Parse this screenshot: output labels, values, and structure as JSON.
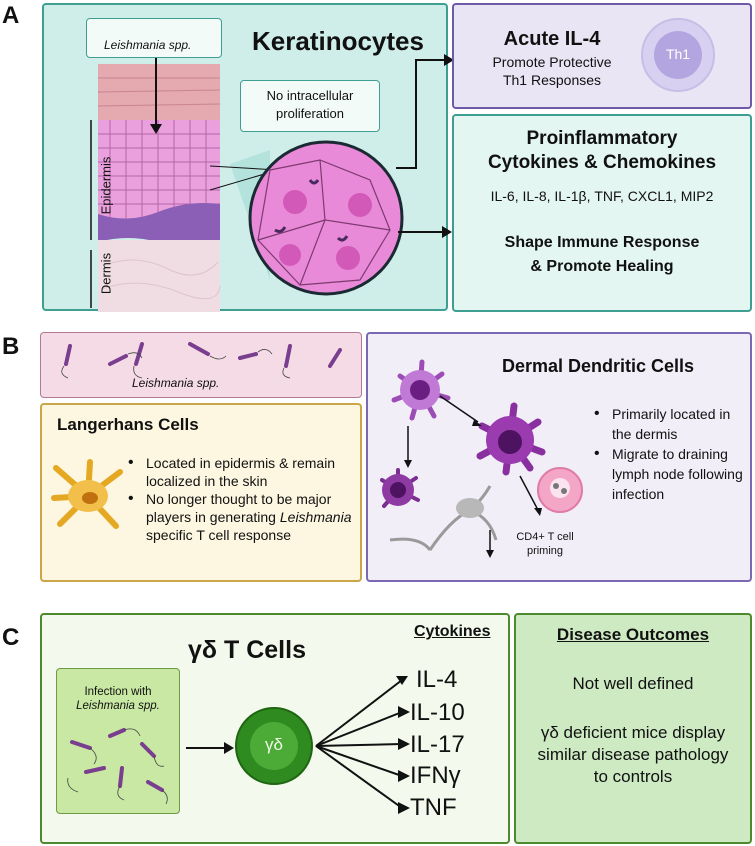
{
  "panels": {
    "a": "A",
    "b": "B",
    "c": "C"
  },
  "panel_a": {
    "title": "Keratinocytes",
    "parasite_label": "Leishmania spp.",
    "no_prolif_line1": "No intracellular",
    "no_prolif_line2": "proliferation",
    "epidermis_label": "Epidermis",
    "dermis_label": "Dermis",
    "acute_title": "Acute IL-4",
    "acute_line1": "Promote Protective",
    "acute_line2": "Th1 Responses",
    "th1_label": "Th1",
    "proinf_line1": "Proinflammatory",
    "proinf_line2": "Cytokines & Chemokines",
    "cytokine_list": "IL-6, IL-8, IL-1β, TNF, CXCL1, MIP2",
    "shape_line1": "Shape Immune Response",
    "shape_line2": "& Promote Healing"
  },
  "panel_b": {
    "parasite_label": "Leishmania spp.",
    "lang_title": "Langerhans Cells",
    "lang_bullet1": "Located in epidermis & remain localized in the skin",
    "lang_bullet2_pre": "No longer thought to be major players in generating",
    "lang_bullet2_italic": "Leishmania",
    "lang_bullet2_post": "specific T cell response",
    "ddc_title": "Dermal Dendritic Cells",
    "ddc_bullet1": "Primarily located in the dermis",
    "ddc_bullet2": "Migrate to draining lymph node following infection",
    "cd4_line1": "CD4+ T cell",
    "cd4_line2": "priming"
  },
  "panel_c": {
    "title": "γδ T Cells",
    "infection_line1": "Infection with",
    "infection_line2": "Leishmania spp.",
    "gd_label": "γδ",
    "cytokines_header": "Cytokines",
    "cytokines": [
      "IL-4",
      "IL-10",
      "IL-17",
      "IFNγ",
      "TNF"
    ],
    "outcomes_header": "Disease Outcomes",
    "outcome1": "Not well defined",
    "outcome2": "γδ deficient mice display similar disease pathology to controls"
  },
  "colors": {
    "teal_fill": "#cfeee9",
    "teal_border": "#3f9e92",
    "lavender_fill": "#e9e5f4",
    "lavender_border": "#6e5aa8",
    "pink_fill": "#f5dbe6",
    "cream_fill": "#fdf7e1",
    "cream_border": "#c9a648",
    "green_fill": "#e8f5d8",
    "green_border": "#4d8a2e",
    "green_dark": "#2f8a1f",
    "parasite": "#7a3e8f"
  }
}
